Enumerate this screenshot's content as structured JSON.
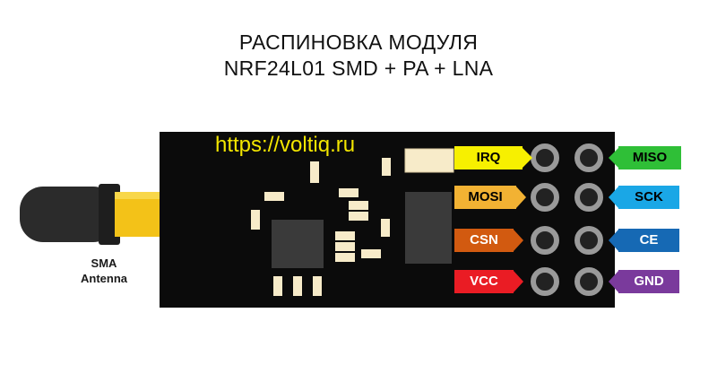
{
  "title": {
    "line1": "РАСПИНОВКА МОДУЛЯ",
    "line2": "NRF24L01 SMD + PA + LNA"
  },
  "url": "https://voltiq.ru",
  "antenna": {
    "line1": "SMA",
    "line2": "Antenna"
  },
  "pins": {
    "irq": {
      "label": "IRQ",
      "color": "#f7f000",
      "text_color": "#000000"
    },
    "mosi": {
      "label": "MOSI",
      "color": "#f2b233",
      "text_color": "#000000"
    },
    "csn": {
      "label": "CSN",
      "color": "#d25a10",
      "text_color": "#ffffff"
    },
    "vcc": {
      "label": "VCC",
      "color": "#ea1c24",
      "text_color": "#ffffff"
    },
    "miso": {
      "label": "MISO",
      "color": "#2fbf37",
      "text_color": "#000000"
    },
    "sck": {
      "label": "SCK",
      "color": "#1aa7e6",
      "text_color": "#000000"
    },
    "ce": {
      "label": "CE",
      "color": "#1669b4",
      "text_color": "#ffffff"
    },
    "gnd": {
      "label": "GND",
      "color": "#7a3a9c",
      "text_color": "#ffffff"
    }
  }
}
